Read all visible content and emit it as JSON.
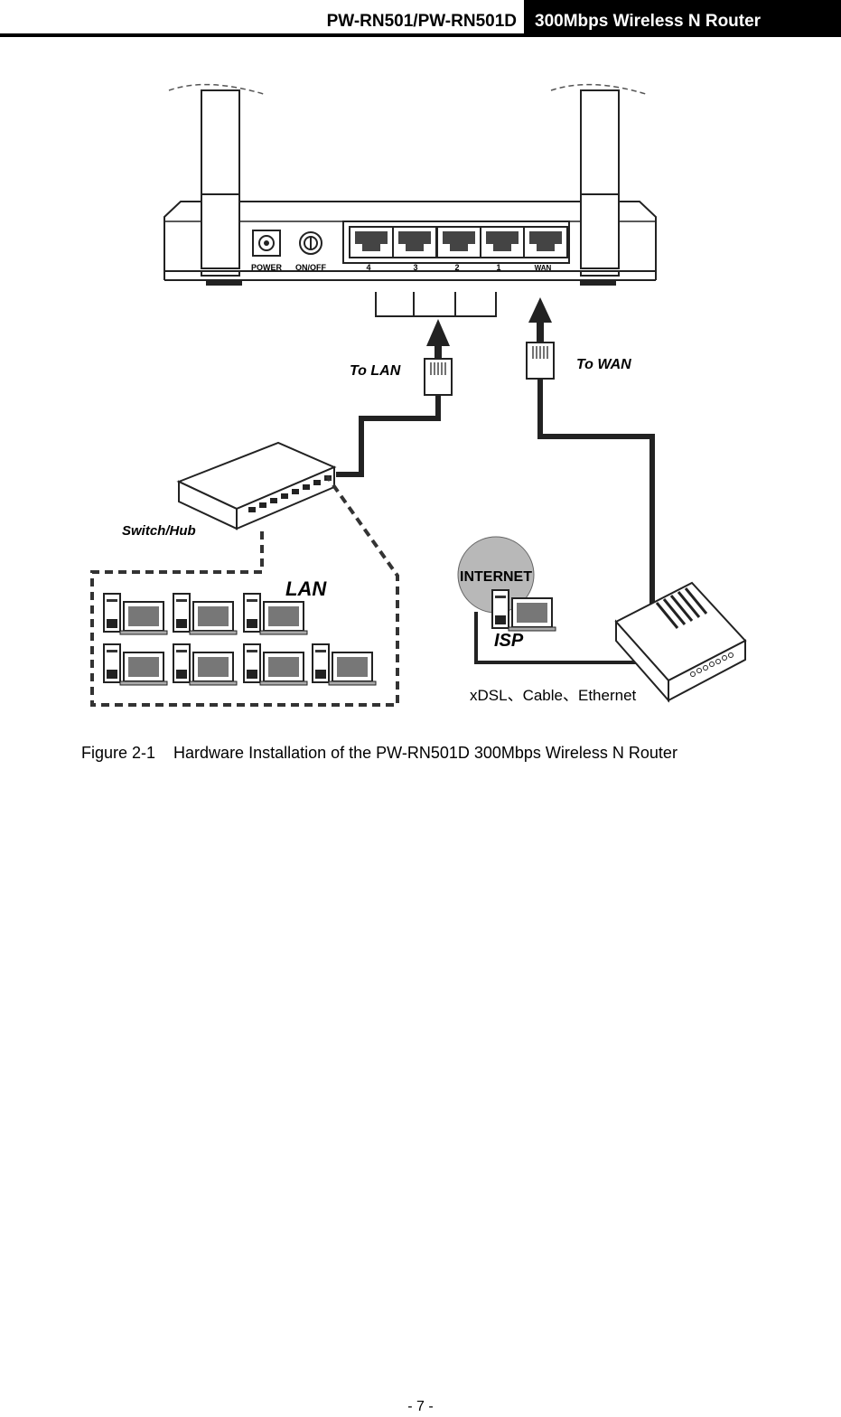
{
  "header": {
    "model": "PW-RN501/PW-RN501D",
    "title": "300Mbps Wireless N Router"
  },
  "figure": {
    "router_labels": {
      "power": "POWER",
      "onoff": "ON/OFF",
      "port4": "4",
      "port3": "3",
      "port2": "2",
      "port1": "1",
      "wan": "WAN"
    },
    "to_lan": "To LAN",
    "to_wan": "To WAN",
    "switch_hub": "Switch/Hub",
    "lan": "LAN",
    "internet": "INTERNET",
    "isp": "ISP",
    "modem_label": "xDSL、Cable、Ethernet"
  },
  "caption": "Figure 2-1    Hardware Installation of the PW-RN501D 300Mbps Wireless N Router",
  "page_number": "- 7 -"
}
